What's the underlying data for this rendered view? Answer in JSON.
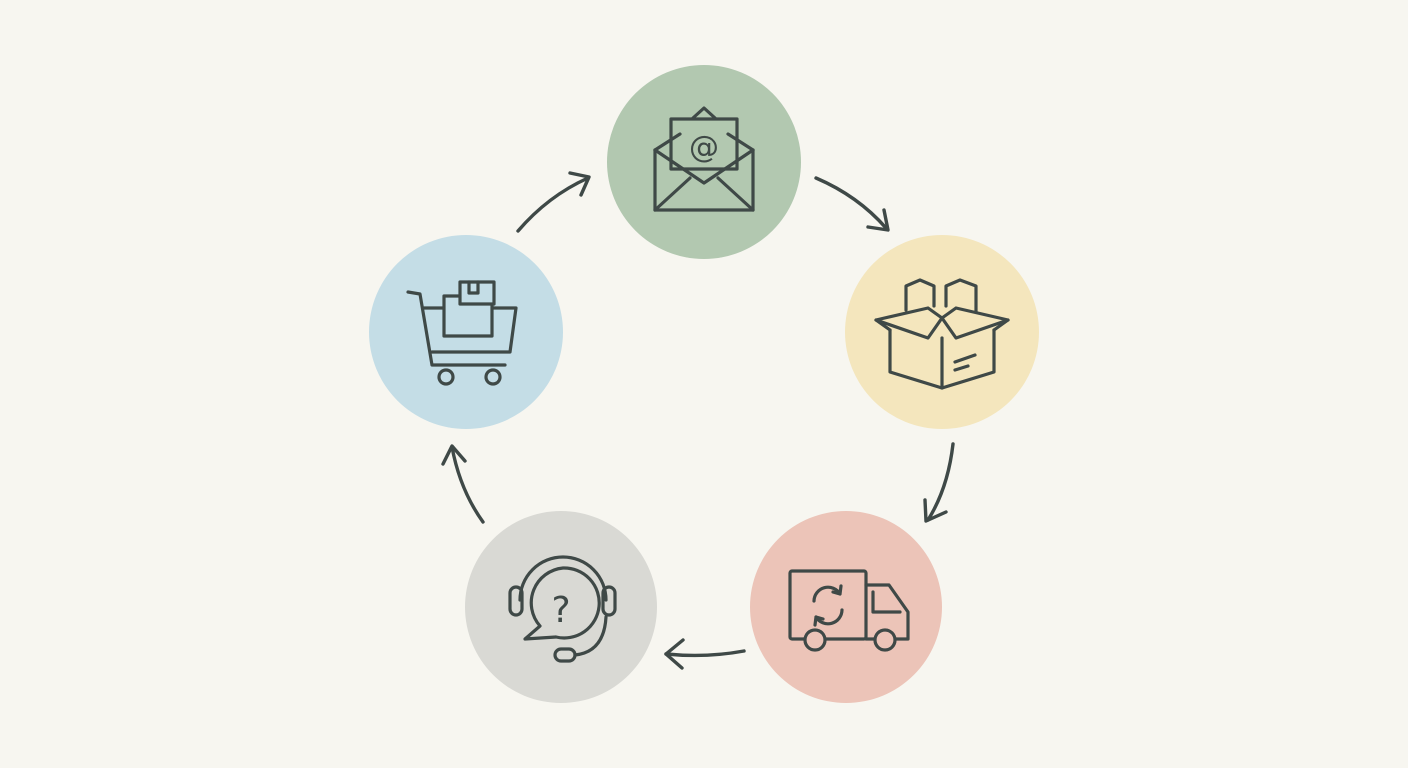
{
  "diagram": {
    "type": "cycle",
    "background": "#f7f6f0",
    "stroke_color": "#3f4947",
    "nodes": [
      {
        "id": "email",
        "icon": "envelope-at-icon",
        "glyph": "@",
        "color": "#b2c8b0"
      },
      {
        "id": "package",
        "icon": "open-box-icon",
        "color": "#f4e6bd"
      },
      {
        "id": "delivery",
        "icon": "truck-return-icon",
        "color": "#ecc4b8"
      },
      {
        "id": "support",
        "icon": "headset-question-icon",
        "glyph": "?",
        "color": "#d9d9d4"
      },
      {
        "id": "cart",
        "icon": "shopping-cart-icon",
        "color": "#c4dde6"
      }
    ],
    "edges": [
      {
        "from": "email",
        "to": "package"
      },
      {
        "from": "package",
        "to": "delivery"
      },
      {
        "from": "delivery",
        "to": "support"
      },
      {
        "from": "support",
        "to": "cart"
      },
      {
        "from": "cart",
        "to": "email"
      }
    ]
  }
}
